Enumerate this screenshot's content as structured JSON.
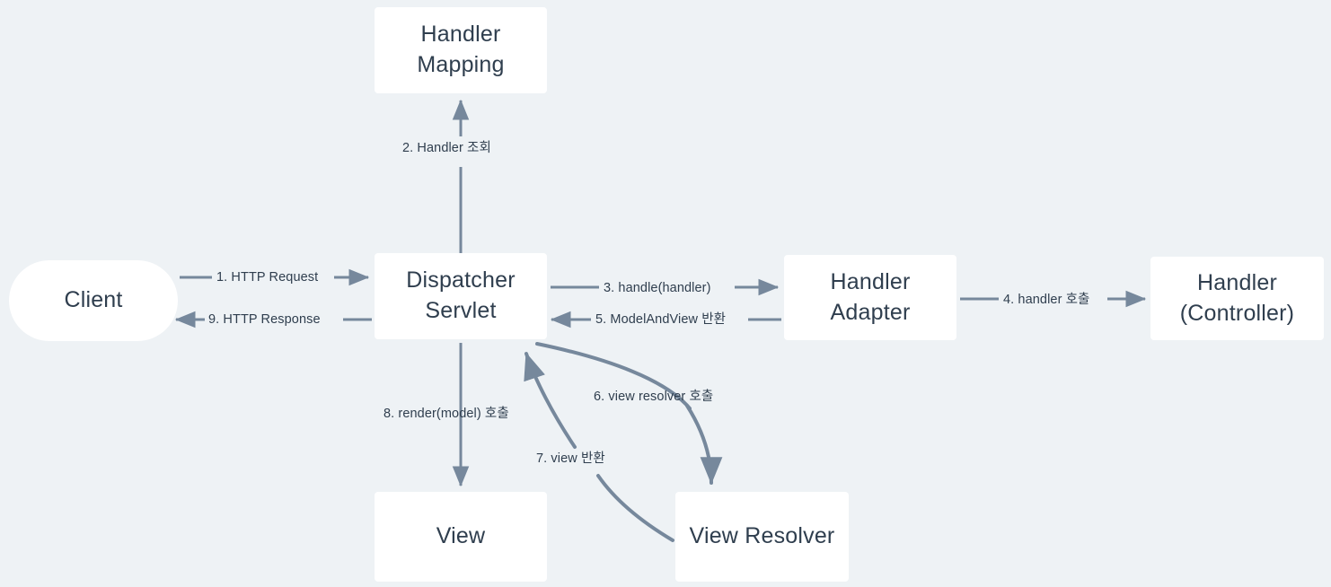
{
  "diagram": {
    "title": "Spring MVC DispatcherServlet request flow",
    "colors": {
      "background": "#eef2f5",
      "node_fill": "#ffffff",
      "text": "#2f3e4e",
      "edge": "#76889c"
    },
    "nodes": [
      {
        "id": "handler-mapping",
        "label": "Handler\nMapping",
        "shape": "rect"
      },
      {
        "id": "client",
        "label": "Client",
        "shape": "pill"
      },
      {
        "id": "dispatcher",
        "label": "Dispatcher\nServlet",
        "shape": "rect"
      },
      {
        "id": "handler-adapter",
        "label": "Handler\nAdapter",
        "shape": "rect"
      },
      {
        "id": "handler-ctrl",
        "label": "Handler\n(Controller)",
        "shape": "rect"
      },
      {
        "id": "view",
        "label": "View",
        "shape": "rect"
      },
      {
        "id": "view-resolver",
        "label": "View Resolver",
        "shape": "rect"
      }
    ],
    "edges": [
      {
        "id": "e1",
        "label": "1. HTTP Request",
        "from": "client",
        "to": "dispatcher",
        "style": "straight"
      },
      {
        "id": "e2",
        "label": "2. Handler 조회",
        "from": "dispatcher",
        "to": "handler-mapping",
        "style": "straight"
      },
      {
        "id": "e3",
        "label": "3. handle(handler)",
        "from": "dispatcher",
        "to": "handler-adapter",
        "style": "straight"
      },
      {
        "id": "e4",
        "label": "4. handler 호출",
        "from": "handler-adapter",
        "to": "handler-ctrl",
        "style": "straight"
      },
      {
        "id": "e5",
        "label": "5. ModelAndView 반환",
        "from": "handler-adapter",
        "to": "dispatcher",
        "style": "straight"
      },
      {
        "id": "e6",
        "label": "6. view resolver 호출",
        "from": "dispatcher",
        "to": "view-resolver",
        "style": "curved"
      },
      {
        "id": "e7",
        "label": "7. view 반환",
        "from": "view-resolver",
        "to": "dispatcher",
        "style": "curved"
      },
      {
        "id": "e8",
        "label": "8. render(model) 호출",
        "from": "dispatcher",
        "to": "view",
        "style": "straight"
      },
      {
        "id": "e9",
        "label": "9. HTTP Response",
        "from": "dispatcher",
        "to": "client",
        "style": "straight"
      }
    ]
  }
}
